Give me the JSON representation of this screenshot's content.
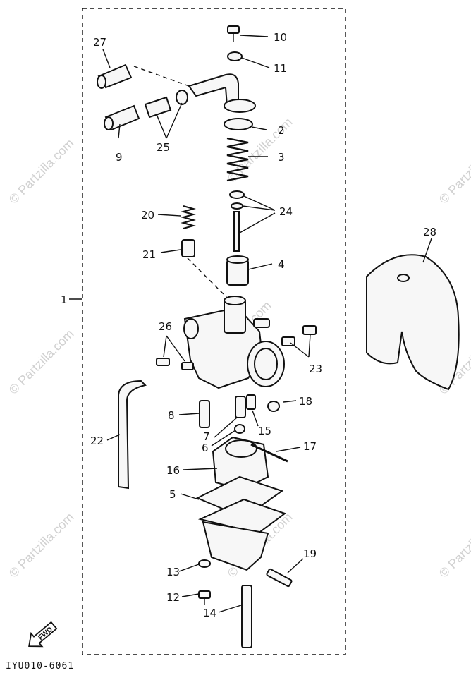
{
  "diagram": {
    "code": "IYU010-6061",
    "fwd_label": "FWD",
    "watermark": "© Partzilla.com",
    "callouts": [
      "1",
      "2",
      "3",
      "4",
      "5",
      "6",
      "7",
      "8",
      "9",
      "10",
      "11",
      "12",
      "13",
      "14",
      "15",
      "16",
      "17",
      "18",
      "19",
      "20",
      "21",
      "22",
      "23",
      "24",
      "25",
      "26",
      "27",
      "28"
    ]
  }
}
